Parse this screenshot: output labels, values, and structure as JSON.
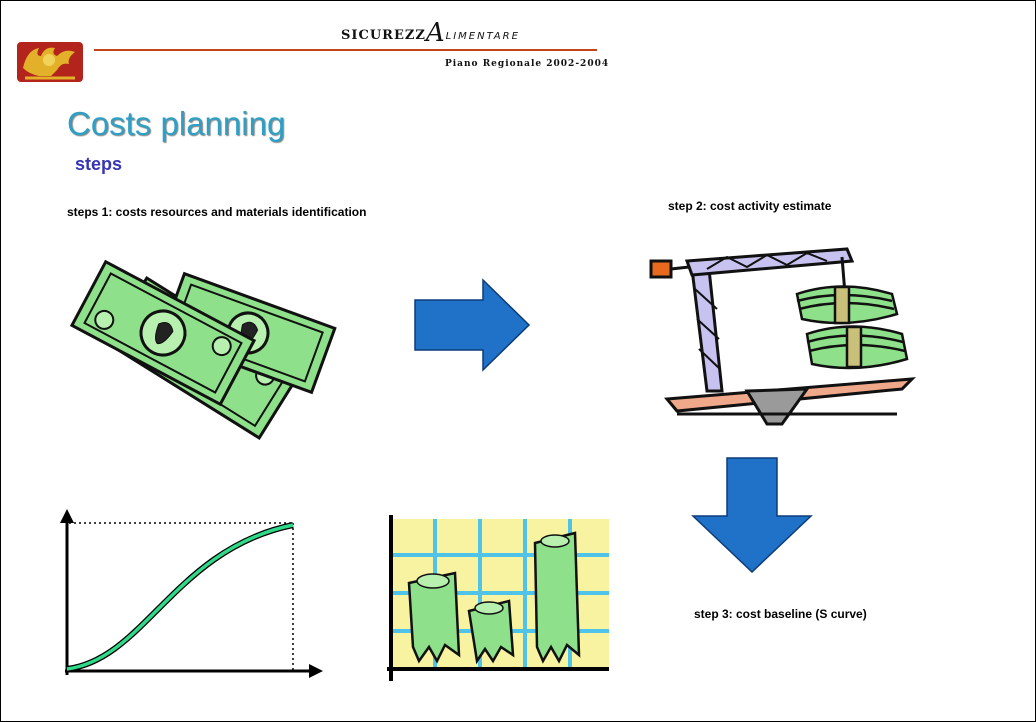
{
  "header": {
    "brand_left": "SICUREZZ",
    "brand_right": "LIMENTARE",
    "subtitle": "Piano Regionale 2002-2004"
  },
  "slide": {
    "title": "Costs planning",
    "subtitle": "steps"
  },
  "steps": [
    {
      "label": "steps 1: costs resources and materials identification"
    },
    {
      "label": "step 2: cost activity estimate"
    },
    {
      "label": "step 3: cost baseline (S curve)"
    }
  ],
  "colors": {
    "title": "#2f9fc4",
    "subtitle": "#3535b5",
    "arrow": "#1f72c8",
    "header_rule": "#c2461a",
    "s_curve": "#2fd989",
    "money": "#8fe08a"
  },
  "icons": [
    "winged-lion-logo-icon",
    "money-bills-icon",
    "crane-money-icon",
    "money-bar-chart-icon",
    "s-curve-chart-icon",
    "arrow-right-icon",
    "arrow-down-icon"
  ]
}
